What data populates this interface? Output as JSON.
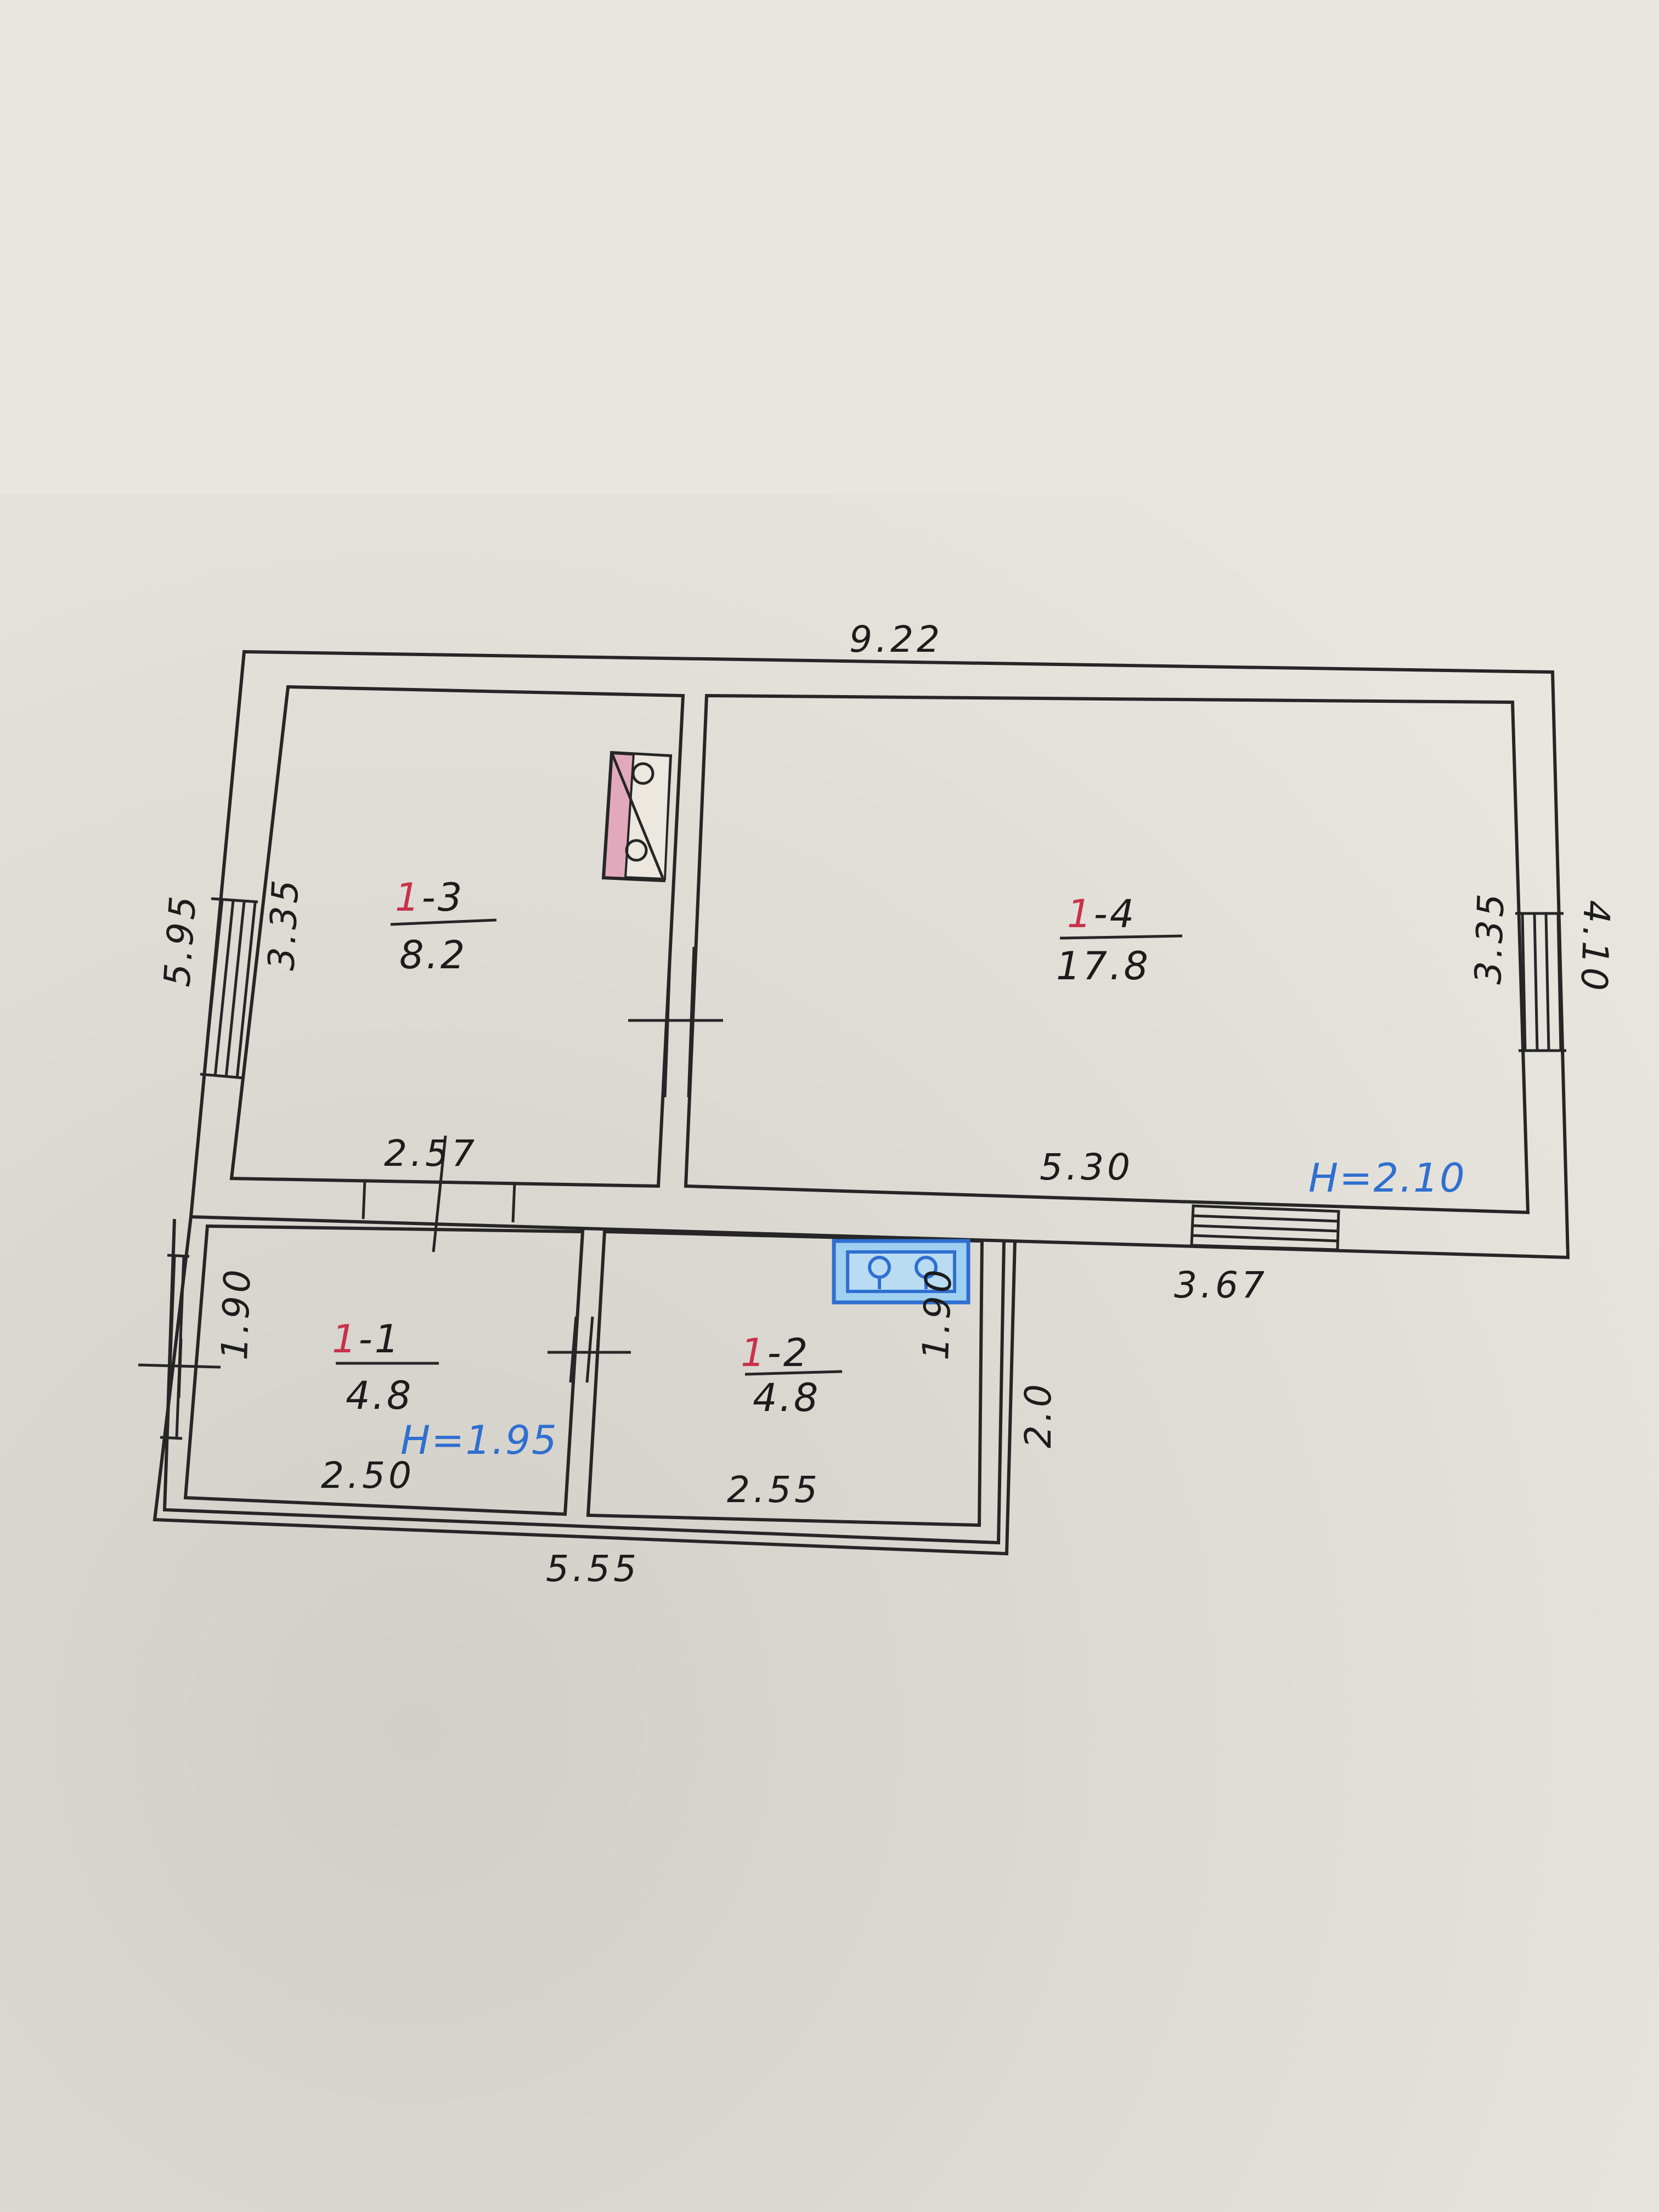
{
  "dimensions": {
    "overall_width": "9.22",
    "overall_left_height": "5.95",
    "overall_right_height": "4.10",
    "room3_height": "3.35",
    "room3_width": "2.57",
    "room4_height": "3.35",
    "room4_width": "5.30",
    "porch_width": "3.67",
    "room1_height": "1.90",
    "room1_width": "2.50",
    "room2_height": "1.90",
    "room2_width": "2.55",
    "annex_height": "2.0",
    "annex_width": "5.55"
  },
  "rooms": [
    {
      "floor": "1",
      "number": "-3",
      "area": "8.2"
    },
    {
      "floor": "1",
      "number": "-4",
      "area": "17.8"
    },
    {
      "floor": "1",
      "number": "-1",
      "area": "4.8"
    },
    {
      "floor": "1",
      "number": "-2",
      "area": "4.8"
    }
  ],
  "heights": {
    "main": "H=2.10",
    "annex": "H=1.95"
  },
  "colors": {
    "paper": "#e9e6df",
    "ink": "#1c1c1c",
    "floor_number": "#c8324a",
    "height_label": "#2f6fd0",
    "stove_fill": "#e2a9bd",
    "hob_fill": "#9fd0f0"
  },
  "icons": {
    "stove": "stove-icon",
    "gas_hob": "gas-hob-icon"
  }
}
